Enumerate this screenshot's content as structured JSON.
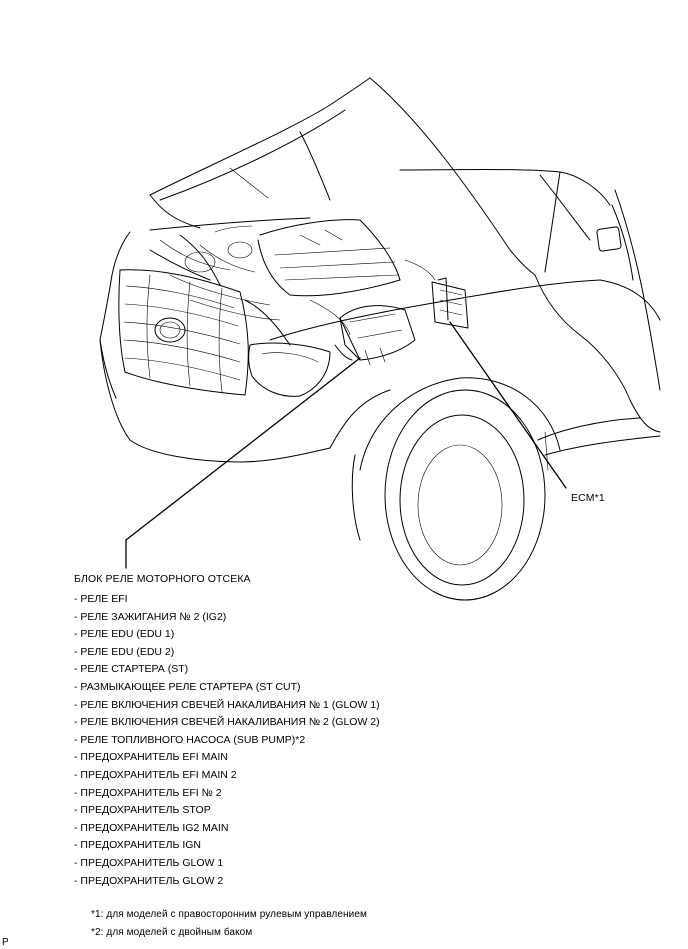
{
  "callouts": {
    "ecm": "ECM*1"
  },
  "relay_block": {
    "title": "БЛОК РЕЛЕ МОТОРНОГО ОТСЕКА",
    "items": [
      "- РЕЛЕ EFI",
      "- РЕЛЕ ЗАЖИГАНИЯ № 2 (IG2)",
      "- РЕЛЕ EDU (EDU 1)",
      "- РЕЛЕ EDU (EDU 2)",
      "- РЕЛЕ СТАРТЕРА (ST)",
      "- РАЗМЫКАЮЩЕЕ РЕЛЕ СТАРТЕРА (ST CUT)",
      "- РЕЛЕ ВКЛЮЧЕНИЯ СВЕЧЕЙ НАКАЛИВАНИЯ № 1 (GLOW 1)",
      "- РЕЛЕ ВКЛЮЧЕНИЯ СВЕЧЕЙ НАКАЛИВАНИЯ № 2 (GLOW 2)",
      "- РЕЛЕ ТОПЛИВНОГО НАСОСА (SUB PUMP)*2",
      "- ПРЕДОХРАНИТЕЛЬ EFI MAIN",
      "- ПРЕДОХРАНИТЕЛЬ EFI MAIN 2",
      "- ПРЕДОХРАНИТЕЛЬ EFI № 2",
      "- ПРЕДОХРАНИТЕЛЬ STOP",
      "- ПРЕДОХРАНИТЕЛЬ IG2 MAIN",
      "- ПРЕДОХРАНИТЕЛЬ IGN",
      "- ПРЕДОХРАНИТЕЛЬ GLOW 1",
      "- ПРЕДОХРАНИТЕЛЬ GLOW 2"
    ]
  },
  "footnotes": {
    "note1": "*1: для моделей с правосторонним рулевым управлением",
    "note2": "*2: для моделей с двойным баком"
  },
  "page_mark": "P"
}
